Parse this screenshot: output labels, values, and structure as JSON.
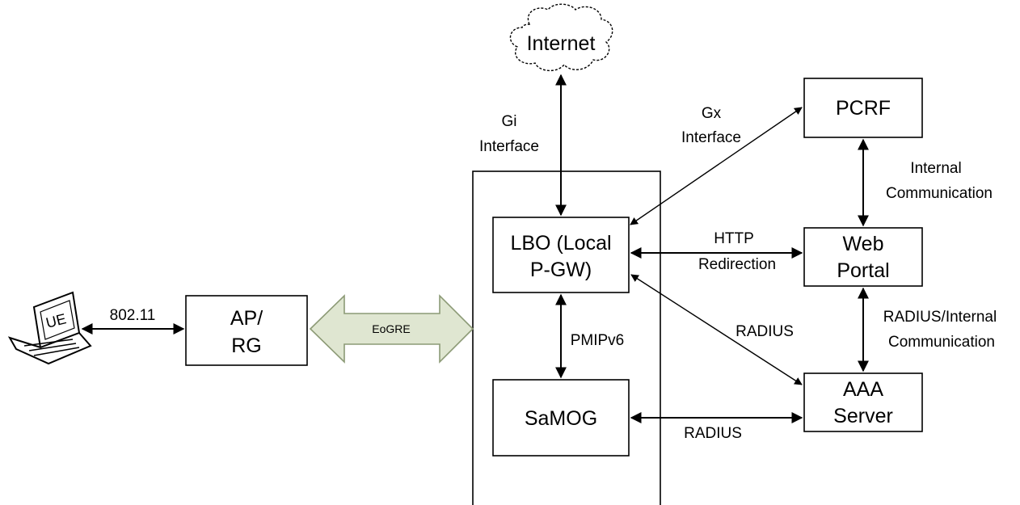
{
  "nodes": {
    "internet": "Internet",
    "pcrf": "PCRF",
    "lbo": [
      "LBO (Local",
      "P-GW)"
    ],
    "web_portal": [
      "Web",
      "Portal"
    ],
    "ap_rg": [
      "AP/",
      "RG"
    ],
    "samog": "SaMOG",
    "aaa": [
      "AAA",
      "Server"
    ],
    "ue": "UE"
  },
  "edges": {
    "gi": [
      "Gi",
      "Interface"
    ],
    "gx": [
      "Gx",
      "Interface"
    ],
    "internal_comm": [
      "Internal",
      "Communication"
    ],
    "http_redirection": [
      "HTTP",
      "Redirection"
    ],
    "wifi": "802.11",
    "eogre": "EoGRE",
    "pmip": "PMIPv6",
    "radius_lbo_aaa": "RADIUS",
    "radius_internal": [
      "RADIUS/Internal",
      "Communication"
    ],
    "radius_samog_aaa": "RADIUS"
  },
  "colors": {
    "eogre_fill": "#dfe6d1",
    "eogre_stroke": "#8c9a76",
    "line": "#000000"
  }
}
